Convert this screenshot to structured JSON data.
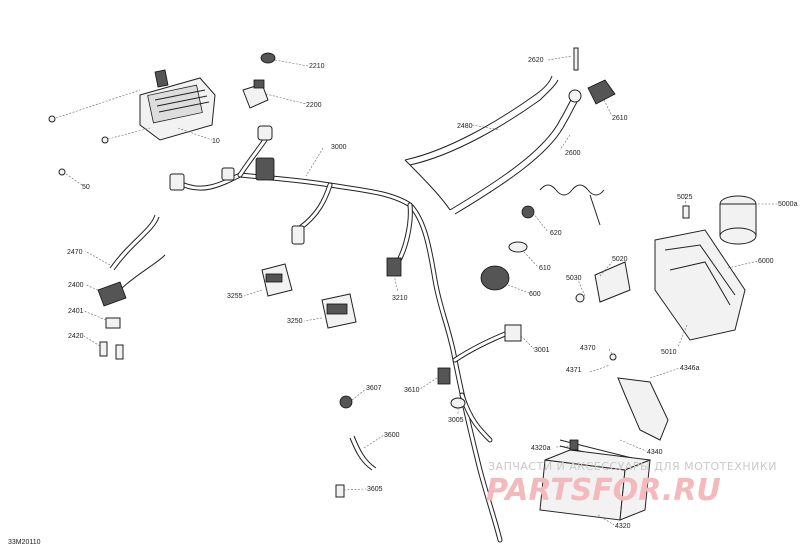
{
  "diagram_code": "33M20110",
  "labels": [
    "10",
    "50",
    "2210",
    "2200",
    "2620",
    "2610",
    "2480",
    "2600",
    "3000",
    "5025",
    "5000a",
    "620",
    "5020",
    "6000",
    "610",
    "5030",
    "2470",
    "600",
    "2400",
    "3255",
    "3210",
    "2401",
    "2420",
    "3250",
    "3001",
    "5010",
    "4370",
    "4346a",
    "4371",
    "3607",
    "3610",
    "3005",
    "3600",
    "4320a",
    "4340",
    "3605",
    "4320"
  ],
  "watermark": {
    "subtitle": "ЗАПЧАСТИ И АКСЕССУАРЫ ДЛЯ МОТОТЕХНИКИ",
    "brand": "PARTSFOR.RU"
  }
}
